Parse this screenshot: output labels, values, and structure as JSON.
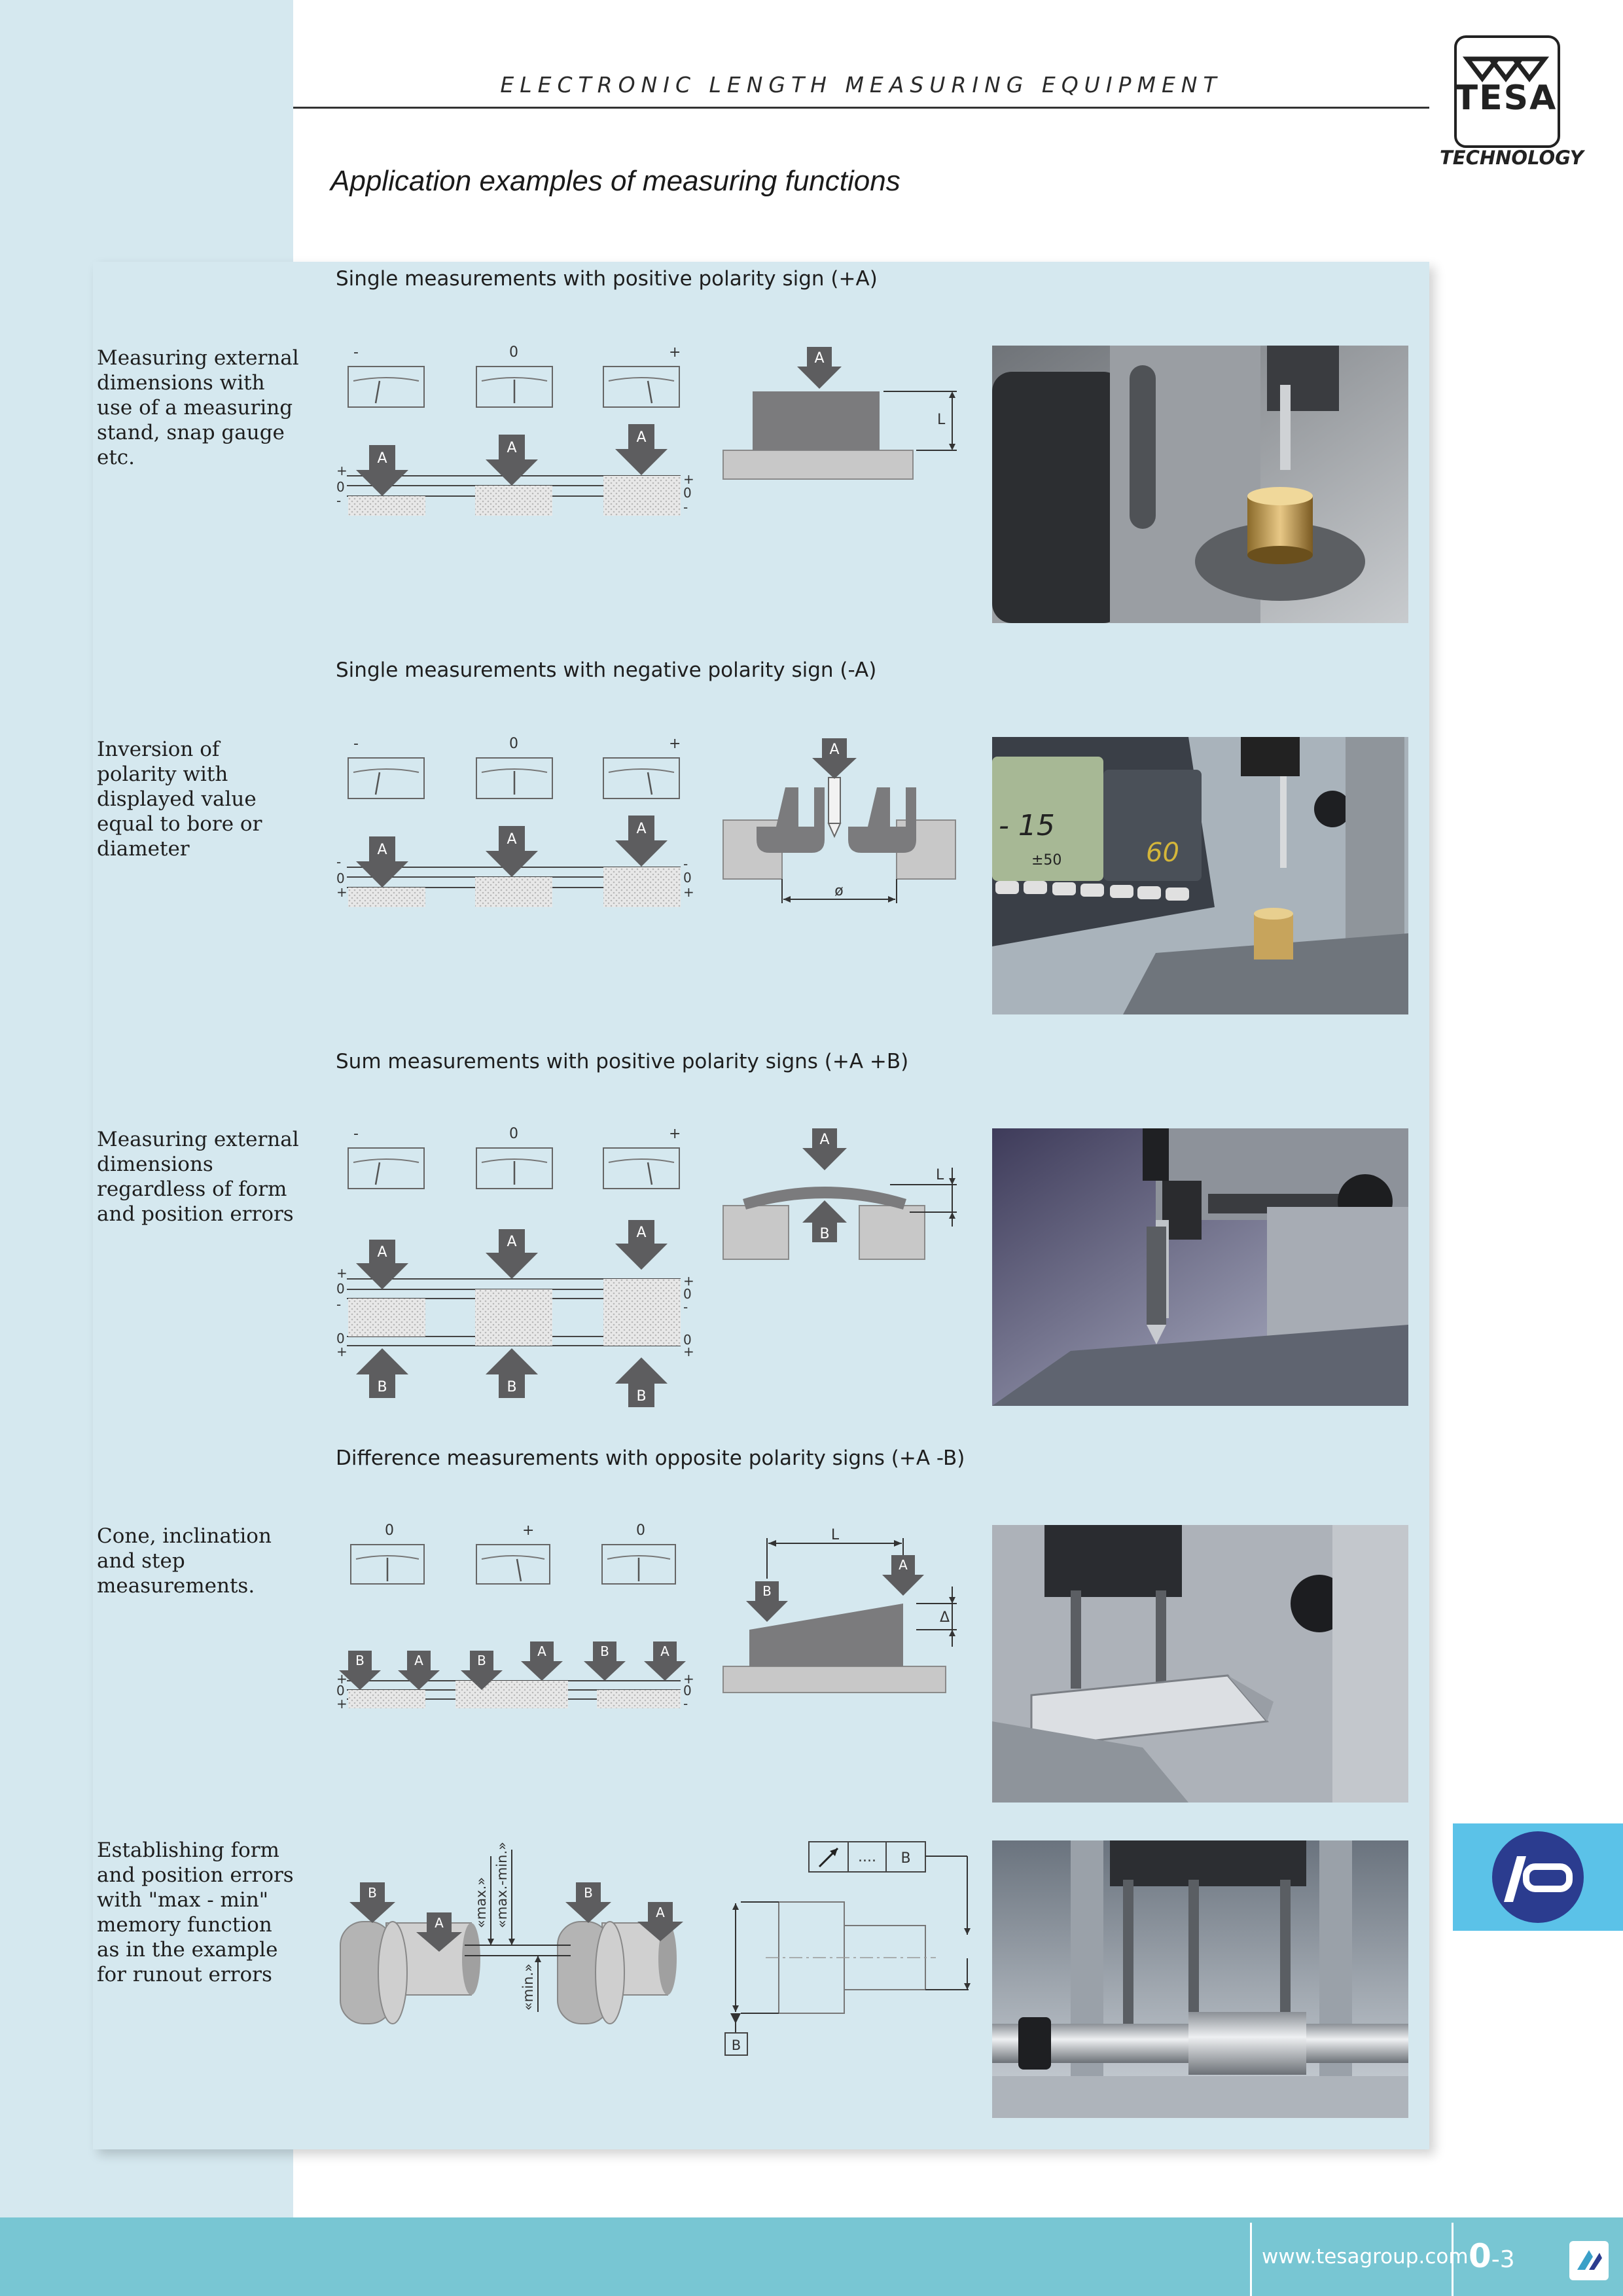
{
  "header": {
    "title": "ELECTRONIC LENGTH MEASURING EQUIPMENT",
    "logo_text": "TESA",
    "logo_subtext": "TECHNOLOGY"
  },
  "page_title": "Application examples of measuring functions",
  "sections": [
    {
      "title": "Single measurements with positive polarity sign (+A)",
      "description": "Measuring external dimensions with use of a measuring stand, snap gauge etc.",
      "dial_labels": [
        "-",
        "0",
        "+"
      ],
      "arrow_labels": [
        "A",
        "A",
        "A"
      ],
      "level_labels_left": [
        "+",
        "0",
        "-"
      ],
      "level_labels_right": [
        "+",
        "0",
        "-"
      ],
      "diagram_labels": [
        "A",
        "L"
      ],
      "photo": "measuring-stand-photo"
    },
    {
      "title": "Single measurements with negative polarity sign (-A)",
      "description": "Inversion of polarity with displayed value equal to bore or diameter",
      "dial_labels": [
        "-",
        "0",
        "+"
      ],
      "arrow_labels": [
        "A",
        "A",
        "A"
      ],
      "level_labels_left": [
        "-",
        "0",
        "+"
      ],
      "level_labels_right": [
        "-",
        "0",
        "+"
      ],
      "diagram_labels": [
        "A",
        "ø"
      ],
      "display_text": [
        "- 15",
        "±50",
        "60"
      ],
      "photo": "digital-display-photo"
    },
    {
      "title": "Sum measurements with positive polarity signs (+A +B)",
      "description": "Measuring external dimensions regardless of form and position errors",
      "dial_labels": [
        "-",
        "0",
        "+"
      ],
      "arrow_labels": [
        "A",
        "A",
        "A",
        "B",
        "B",
        "B"
      ],
      "level_labels_left": [
        "+",
        "0",
        "-",
        "0",
        "+"
      ],
      "level_labels_right": [
        "+",
        "0",
        "-",
        "0",
        "+"
      ],
      "diagram_labels": [
        "A",
        "B",
        "L"
      ],
      "photo": "probe-closeup-photo"
    },
    {
      "title": "Difference measurements with opposite polarity signs (+A -B)",
      "description": "Cone, inclination and step measurements.",
      "dial_labels": [
        "0",
        "+",
        "0"
      ],
      "arrow_labels": [
        "B",
        "A",
        "B",
        "A",
        "B",
        "A"
      ],
      "level_labels_left": [
        "+",
        "0",
        "+"
      ],
      "level_labels_right": [
        "+",
        "0",
        "-"
      ],
      "diagram_labels": [
        "L",
        "B",
        "A",
        "Δ"
      ],
      "photo": "cone-measurement-photo"
    },
    {
      "title": "",
      "description": "Establishing form and position errors with \"max - min\" memory function as in the example for runout errors",
      "arrow_labels": [
        "B",
        "A",
        "B",
        "A"
      ],
      "rotated_labels": [
        "«max.»",
        "«max.-min.»",
        "«min.»"
      ],
      "tolerance_frame": [
        "....",
        "B"
      ],
      "datum_label": "B",
      "photo": "runout-measurement-photo"
    }
  ],
  "footer": {
    "url": "www.tesagroup.com",
    "page_major": "0",
    "page_minor": "-3"
  },
  "colors": {
    "panel_bg": "#d5e8ef",
    "footer_bg": "#78c6d3",
    "arrow_gray": "#5d5d5f",
    "part_gray": "#8a8a8c",
    "side_tab": "#5bc2e8",
    "side_tab_icon": "#2b3c8f"
  }
}
